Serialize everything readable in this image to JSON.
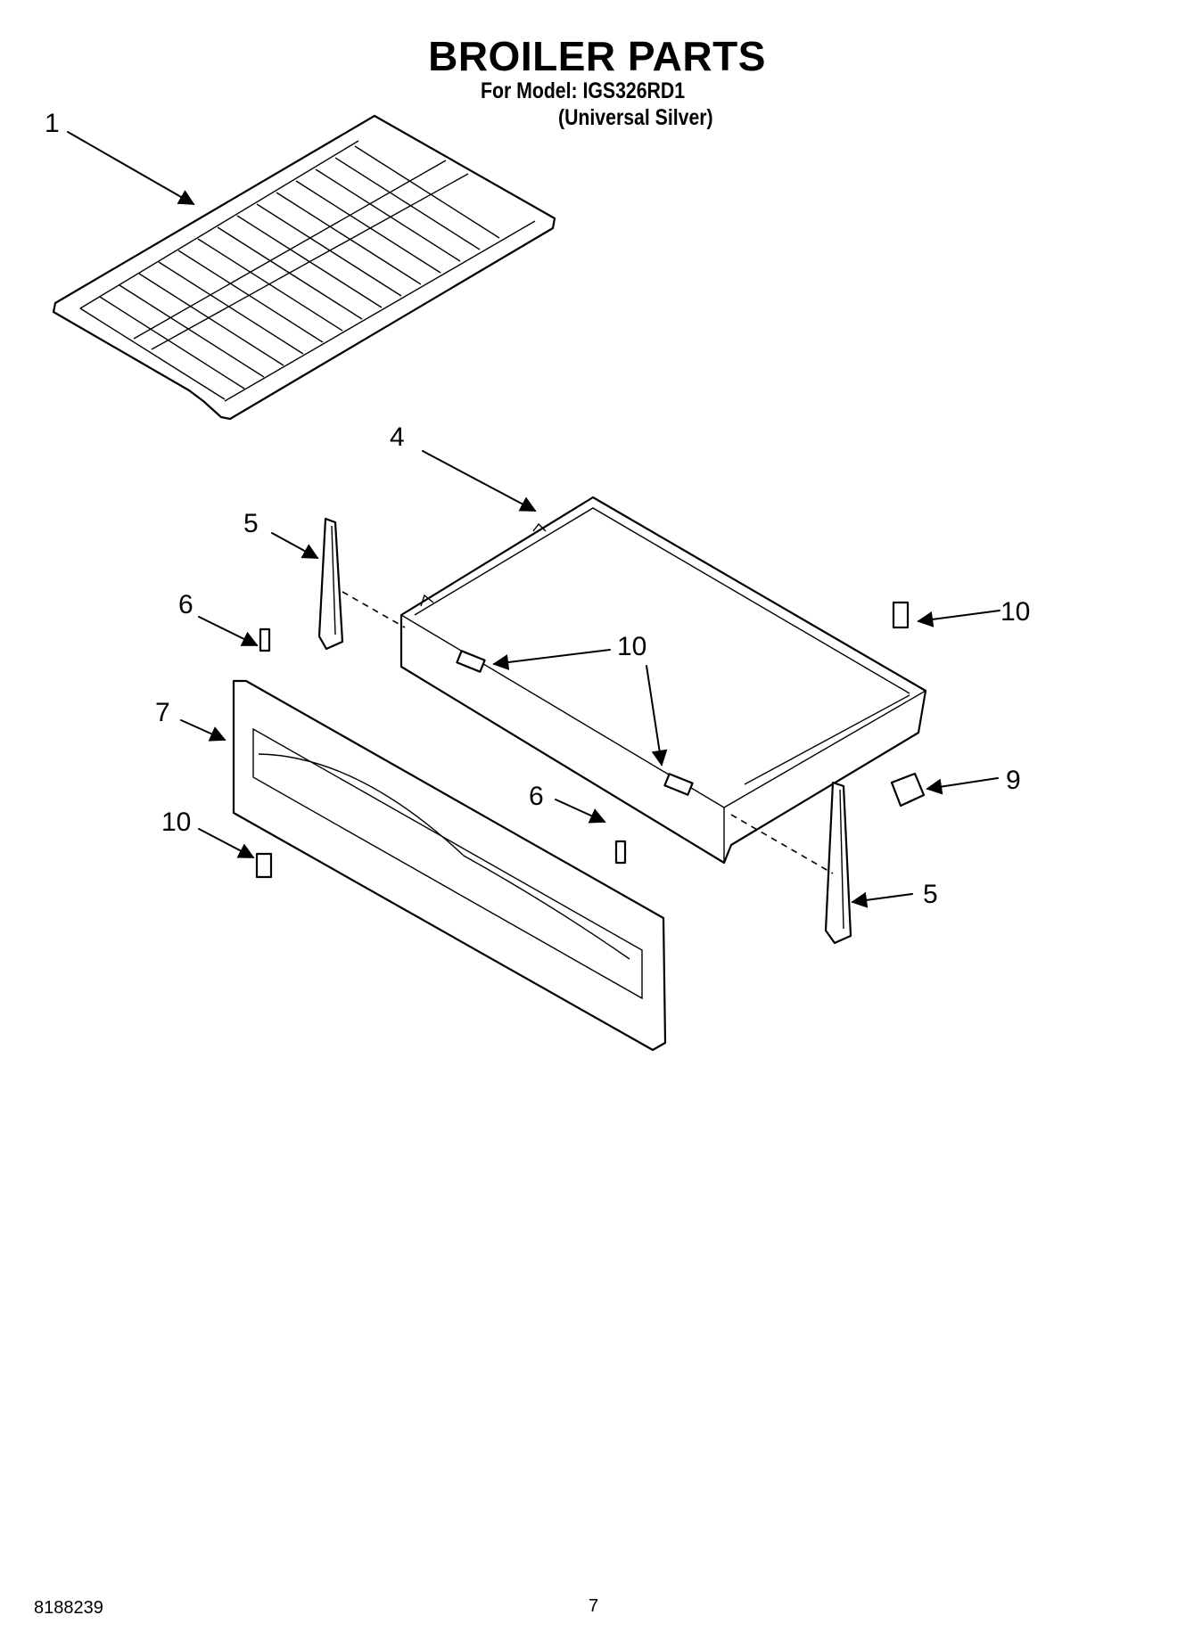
{
  "header": {
    "title": "BROILER PARTS",
    "model_line": "For Model: IGS326RD1",
    "color_line": "(Universal Silver)"
  },
  "callouts": {
    "c1": "1",
    "c4": "4",
    "c5_left": "5",
    "c5_right": "5",
    "c6_left": "6",
    "c6_right": "6",
    "c7": "7",
    "c9": "9",
    "c10_top_right": "10",
    "c10_center": "10",
    "c10_left": "10"
  },
  "footer": {
    "doc_number": "8188239",
    "page_number": "7"
  }
}
